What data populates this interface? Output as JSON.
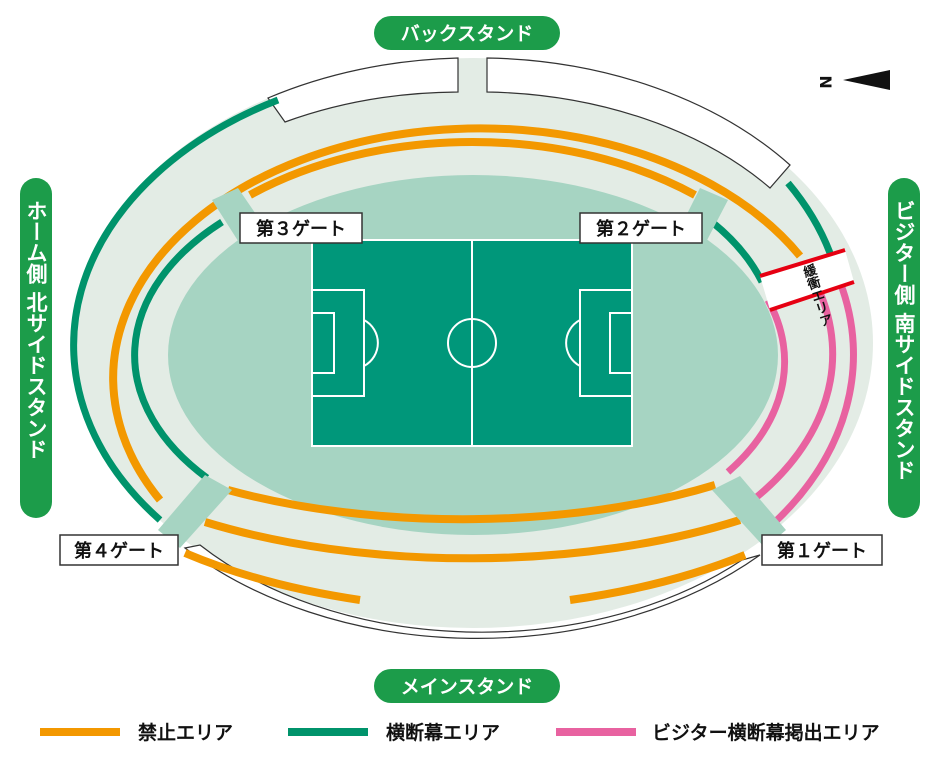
{
  "stands": {
    "back": "バックスタンド",
    "main": "メインスタンド",
    "home_north": "ホーム側 北サイドスタンド",
    "visitor_south": "ビジター側 南サイドスタンド"
  },
  "gates": {
    "gate1": "第１ゲート",
    "gate2": "第２ゲート",
    "gate3": "第３ゲート",
    "gate4": "第４ゲート"
  },
  "buffer_area": "緩衝エリア",
  "compass": {
    "north": "N"
  },
  "legend": [
    {
      "label": "禁止エリア",
      "color": "#f39800"
    },
    {
      "label": "横断幕エリア",
      "color": "#00936b"
    },
    {
      "label": "ビジター横断幕掲出エリア",
      "color": "#e862a0"
    }
  ],
  "colors": {
    "stand_green": "#1c9c4a",
    "pitch": "#00977a",
    "surround": "#a6d4c2",
    "concourse": "#e3ece5"
  }
}
